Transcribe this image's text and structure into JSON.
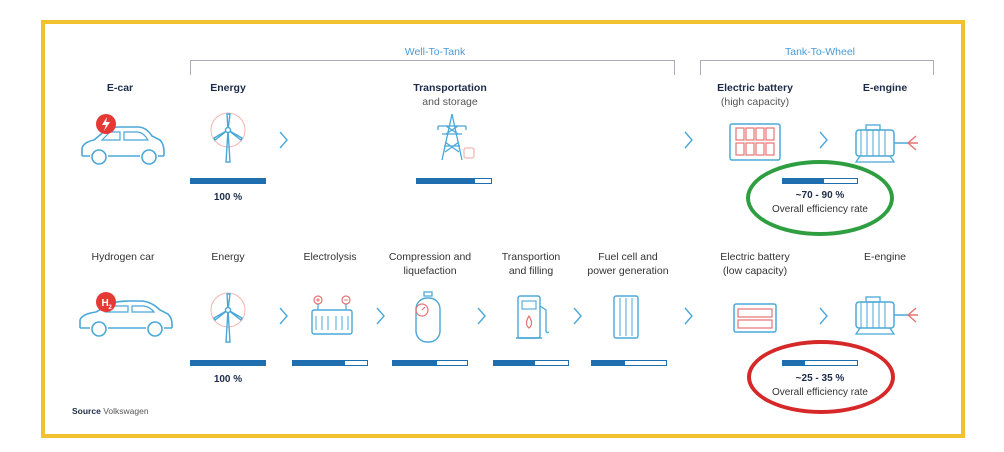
{
  "sections": {
    "well_to_tank": "Well-To-Tank",
    "tank_to_wheel": "Tank-To-Wheel"
  },
  "ecar": {
    "vehicle": "E-car",
    "energy": "Energy",
    "transport_title": "Transportation",
    "transport_sub": "and storage",
    "battery_title": "Electric battery",
    "battery_sub": "(high capacity)",
    "engine": "E-engine",
    "energy_pct": "100 %",
    "efficiency_range": "~70 - 90 %",
    "efficiency_label": "Overall efficiency rate",
    "bars": {
      "energy": 1.0,
      "transport": 0.78,
      "efficiency": 0.55
    }
  },
  "hcar": {
    "vehicle": "Hydrogen car",
    "energy": "Energy",
    "electrolysis": "Electrolysis",
    "compression_1": "Compression and",
    "compression_2": "liquefaction",
    "transport_1": "Transportion",
    "transport_2": "and filling",
    "fuelcell_1": "Fuel cell and",
    "fuelcell_2": "power generation",
    "battery_title": "Electric battery",
    "battery_sub": "(low capacity)",
    "engine": "E-engine",
    "energy_pct": "100 %",
    "efficiency_range": "~25 - 35 %",
    "efficiency_label": "Overall efficiency rate",
    "bars": {
      "energy": 1.0,
      "electrolysis": 0.7,
      "compression": 0.6,
      "transport": 0.55,
      "fuelcell": 0.45,
      "efficiency": 0.3
    }
  },
  "source_label": "Source",
  "source_name": "Volkswagen",
  "colors": {
    "frame": "#f2c12e",
    "blue": "#1f6fb0",
    "red": "#e53935",
    "green": "#2e9e40",
    "ring_red": "#d62828",
    "icon": "#4aa8d8"
  }
}
